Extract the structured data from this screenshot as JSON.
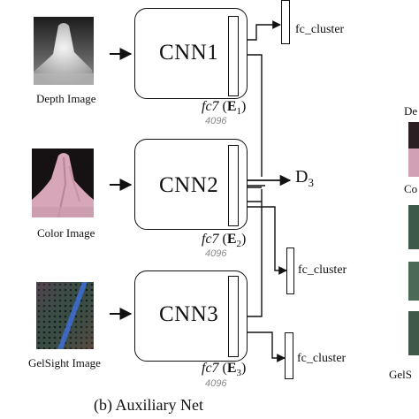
{
  "inputs": [
    {
      "caption": "Depth Image"
    },
    {
      "caption": "Color Image"
    },
    {
      "caption": "GelSight Image"
    }
  ],
  "networks": [
    {
      "name": "CNN1",
      "fc7": "fc7",
      "embed": "E",
      "embed_sub": "1",
      "dim": "4096",
      "cluster": "fc_cluster"
    },
    {
      "name": "CNN2",
      "fc7": "fc7",
      "embed": "E",
      "embed_sub": "2",
      "dim": "4096",
      "cluster": "fc_cluster"
    },
    {
      "name": "CNN3",
      "fc7": "fc7",
      "embed": "E",
      "embed_sub": "3",
      "dim": "4096",
      "cluster": "fc_cluster"
    }
  ],
  "output": {
    "label": "D",
    "sub": "3"
  },
  "title": "(b) Auxiliary Net",
  "right_panel_partial": {
    "captions": [
      "De",
      "Co",
      "GelS"
    ]
  }
}
